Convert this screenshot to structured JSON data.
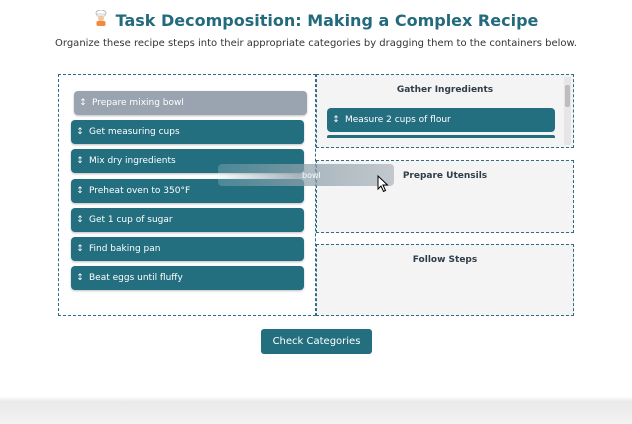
{
  "header": {
    "title": "Task Decomposition: Making a Complex Recipe",
    "subtitle": "Organize these recipe steps into their appropriate categories by dragging them to the containers below."
  },
  "icons": {
    "chef": "chef-icon",
    "grip": "vertical-arrows-icon"
  },
  "source_items": [
    {
      "label": "Prepare mixing bowl",
      "state": "dragging-placeholder"
    },
    {
      "label": "Get measuring cups"
    },
    {
      "label": "Mix dry ingredients"
    },
    {
      "label": "Preheat oven to 350°F"
    },
    {
      "label": "Get 1 cup of sugar"
    },
    {
      "label": "Find baking pan"
    },
    {
      "label": "Beat eggs until fluffy"
    }
  ],
  "categories": [
    {
      "title": "Gather Ingredients",
      "items": [
        {
          "label": "Measure 2 cups of flour"
        }
      ]
    },
    {
      "title": "Prepare Utensils",
      "items": []
    },
    {
      "title": "Follow Steps",
      "items": []
    }
  ],
  "drag_preview": {
    "label": "bowl"
  },
  "check_button": {
    "label": "Check Categories"
  },
  "colors": {
    "accent": "#236f80",
    "ghost": "#9aa4b0",
    "title": "#236a7c",
    "border": "#2f6d85"
  },
  "grip_glyph": "↕"
}
